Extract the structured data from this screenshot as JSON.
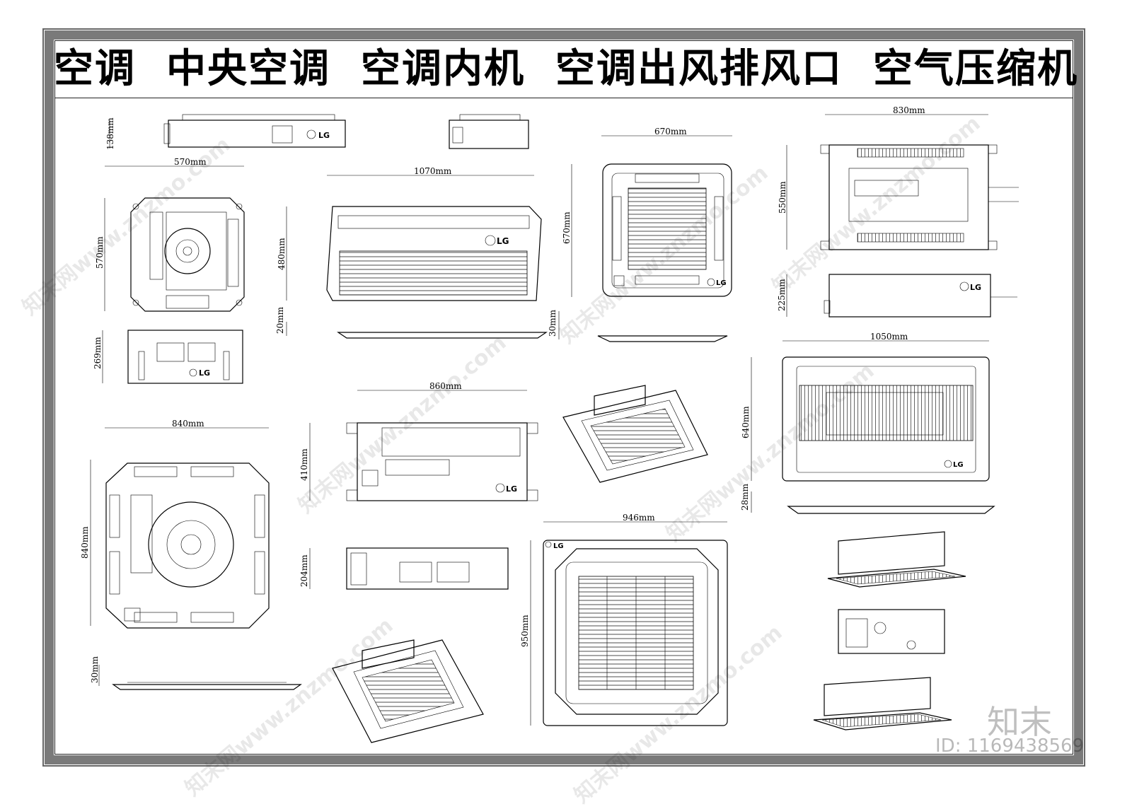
{
  "title": "空调  中央空调  空调内机  空调出风排风口  空气压缩机",
  "brand_logo": "LG",
  "dimensions": {
    "d138": "138mm",
    "d570w": "570mm",
    "d570h": "570mm",
    "d269": "269mm",
    "d1070": "1070mm",
    "d480": "480mm",
    "d20": "20mm",
    "d670w": "670mm",
    "d670h": "670mm",
    "d30a": "30mm",
    "d830": "830mm",
    "d550": "550mm",
    "d225": "225mm",
    "d1050": "1050mm",
    "d640": "640mm",
    "d28": "28mm",
    "d840w": "840mm",
    "d840h": "840mm",
    "d30b": "30mm",
    "d860": "860mm",
    "d410": "410mm",
    "d204": "204mm",
    "d946": "946mm",
    "d950": "950mm"
  },
  "watermark": {
    "site": "知末网www.znzmo.com",
    "brand": "知末",
    "id": "ID: 1169438569"
  }
}
